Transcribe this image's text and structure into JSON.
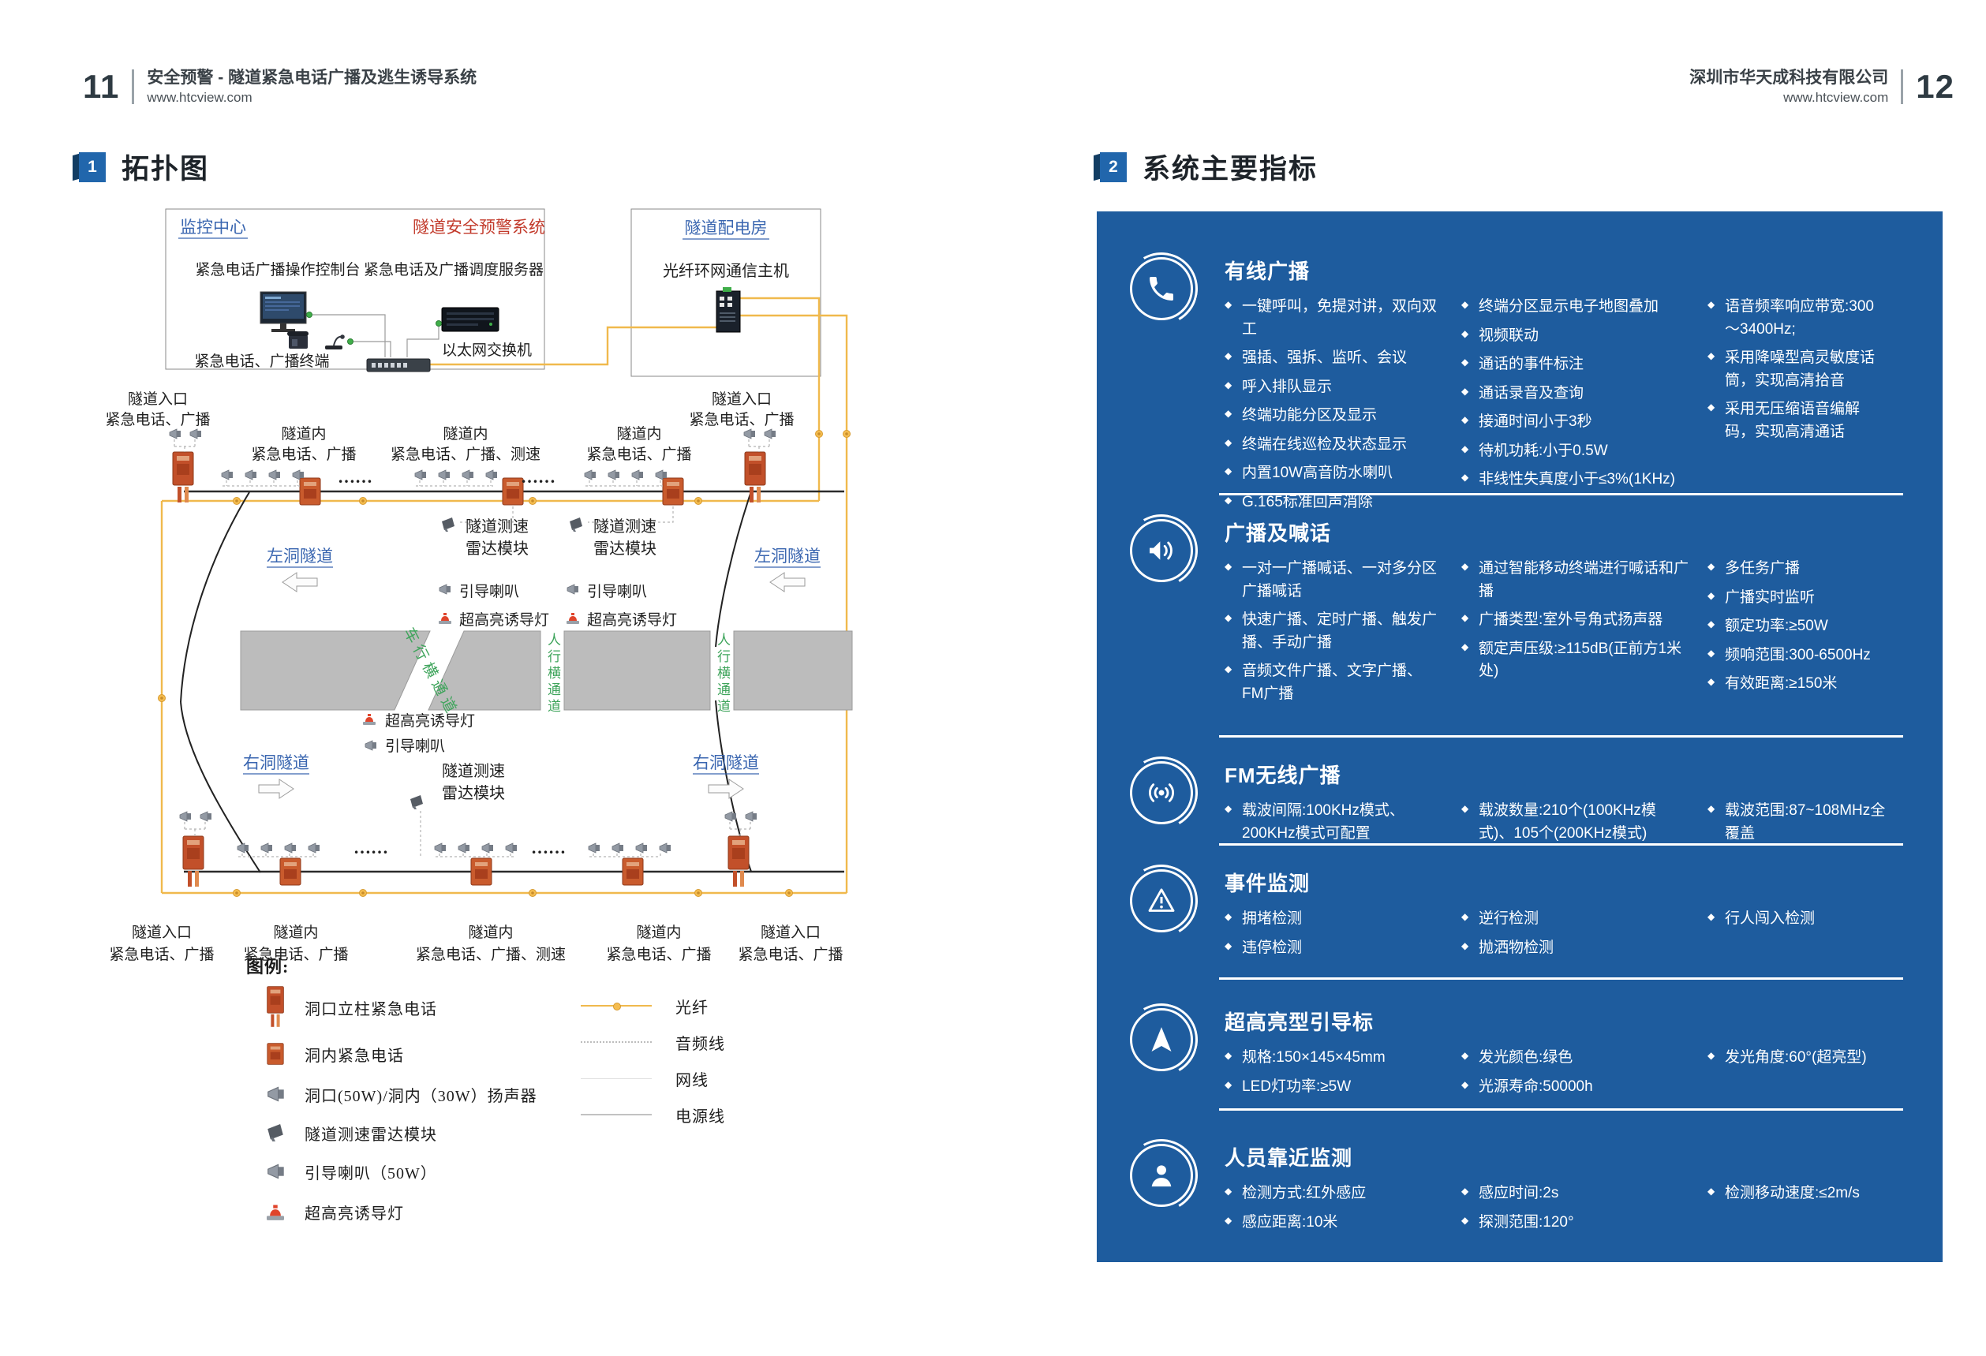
{
  "left_page": {
    "page_number": "11",
    "doc_title": "安全预警 - 隧道紧急电话广播及逃生诱导系统",
    "site_url": "www.htcview.com",
    "section_no": "1",
    "section_title": "拓扑图",
    "control_room": {
      "title": "监控中心",
      "system": "隧道安全预警系统",
      "console": "紧急电话广播操作控制台",
      "server": "紧急电话及广播调度服务器",
      "terminal": "紧急电话、广播终端",
      "switch": "以太网交换机"
    },
    "power_room": {
      "title": "隧道配电房",
      "host": "光纤环网通信主机"
    },
    "tunnel": {
      "entrance_line1": "隧道入口",
      "entrance_line2": "紧急电话、广播",
      "inner_line1": "隧道内",
      "inner_line2": "紧急电话、广播",
      "inner_speed_line2": "紧急电话、广播、测速",
      "left_tube": "左洞隧道",
      "right_tube": "右洞隧道",
      "radar_line1": "隧道测速",
      "radar_line2": "雷达模块",
      "guide_horn": "引导喇叭",
      "guide_light": "超高亮诱导灯",
      "ped_passage": "人行横通道",
      "veh_passage": "车行横通道",
      "dots": "……"
    },
    "legend": {
      "title": "图例:",
      "items": [
        "洞口立柱紧急电话",
        "洞内紧急电话",
        "洞口(50W)/洞内（30W）扬声器",
        "隧道测速雷达模块",
        "引导喇叭（50W）",
        "超高亮诱导灯"
      ],
      "lines": [
        "光纤",
        "音频线",
        "网线",
        "电源线"
      ]
    }
  },
  "right_page": {
    "company": "深圳市华天成科技有限公司",
    "site_url": "www.htcview.com",
    "page_number": "12",
    "section_no": "2",
    "section_title": "系统主要指标",
    "panel_color": "#1e5c9e",
    "specs": [
      {
        "icon": "phone",
        "title": "有线广播",
        "columns": [
          [
            "一键呼叫，免提对讲，双向双工",
            "强插、强拆、监听、会议",
            "呼入排队显示",
            "终端功能分区及显示",
            "终端在线巡检及状态显示",
            "内置10W高音防水喇叭",
            "G.165标准回声消除"
          ],
          [
            "终端分区显示电子地图叠加",
            "视频联动",
            "通话的事件标注",
            "通话录音及查询",
            "接通时间小于3秒",
            "待机功耗:小于0.5W",
            "非线性失真度小于≤3%(1KHz)"
          ],
          [
            "语音频率响应带宽:300～3400Hz;",
            "采用降噪型高灵敏度话筒，实现高清拾音",
            "采用无压缩语音编解码，实现高清通话"
          ]
        ]
      },
      {
        "icon": "megaphone",
        "title": "广播及喊话",
        "columns": [
          [
            "一对一广播喊话、一对多分区广播喊话",
            "快速广播、定时广播、触发广播、手动广播",
            "音频文件广播、文字广播、FM广播"
          ],
          [
            "通过智能移动终端进行喊话和广播",
            "广播类型:室外号角式扬声器",
            "额定声压级:≥115dB(正前方1米处)"
          ],
          [
            "多任务广播",
            "广播实时监听",
            "额定功率:≥50W",
            "频响范围:300-6500Hz",
            "有效距离:≥150米"
          ]
        ]
      },
      {
        "icon": "fm",
        "title": "FM无线广播",
        "columns": [
          [
            "载波间隔:100KHz模式、200KHz模式可配置"
          ],
          [
            "载波数量:210个(100KHz模式)、105个(200KHz模式)"
          ],
          [
            "载波范围:87~108MHz全覆盖"
          ]
        ]
      },
      {
        "icon": "event",
        "title": "事件监测",
        "columns": [
          [
            "拥堵检测",
            "违停检测"
          ],
          [
            "逆行检测",
            "抛洒物检测"
          ],
          [
            "行人闯入检测"
          ]
        ]
      },
      {
        "icon": "guide",
        "title": "超高亮型引导标",
        "columns": [
          [
            "规格:150×145×45mm",
            "LED灯功率:≥5W"
          ],
          [
            "发光颜色:绿色",
            "光源寿命:50000h"
          ],
          [
            "发光角度:60°(超亮型)"
          ]
        ]
      },
      {
        "icon": "person",
        "title": "人员靠近监测",
        "columns": [
          [
            "检测方式:红外感应",
            "感应距离:10米"
          ],
          [
            "感应时间:2s",
            "探测范围:120°"
          ],
          [
            "检测移动速度:≤2m/s"
          ]
        ]
      }
    ]
  }
}
